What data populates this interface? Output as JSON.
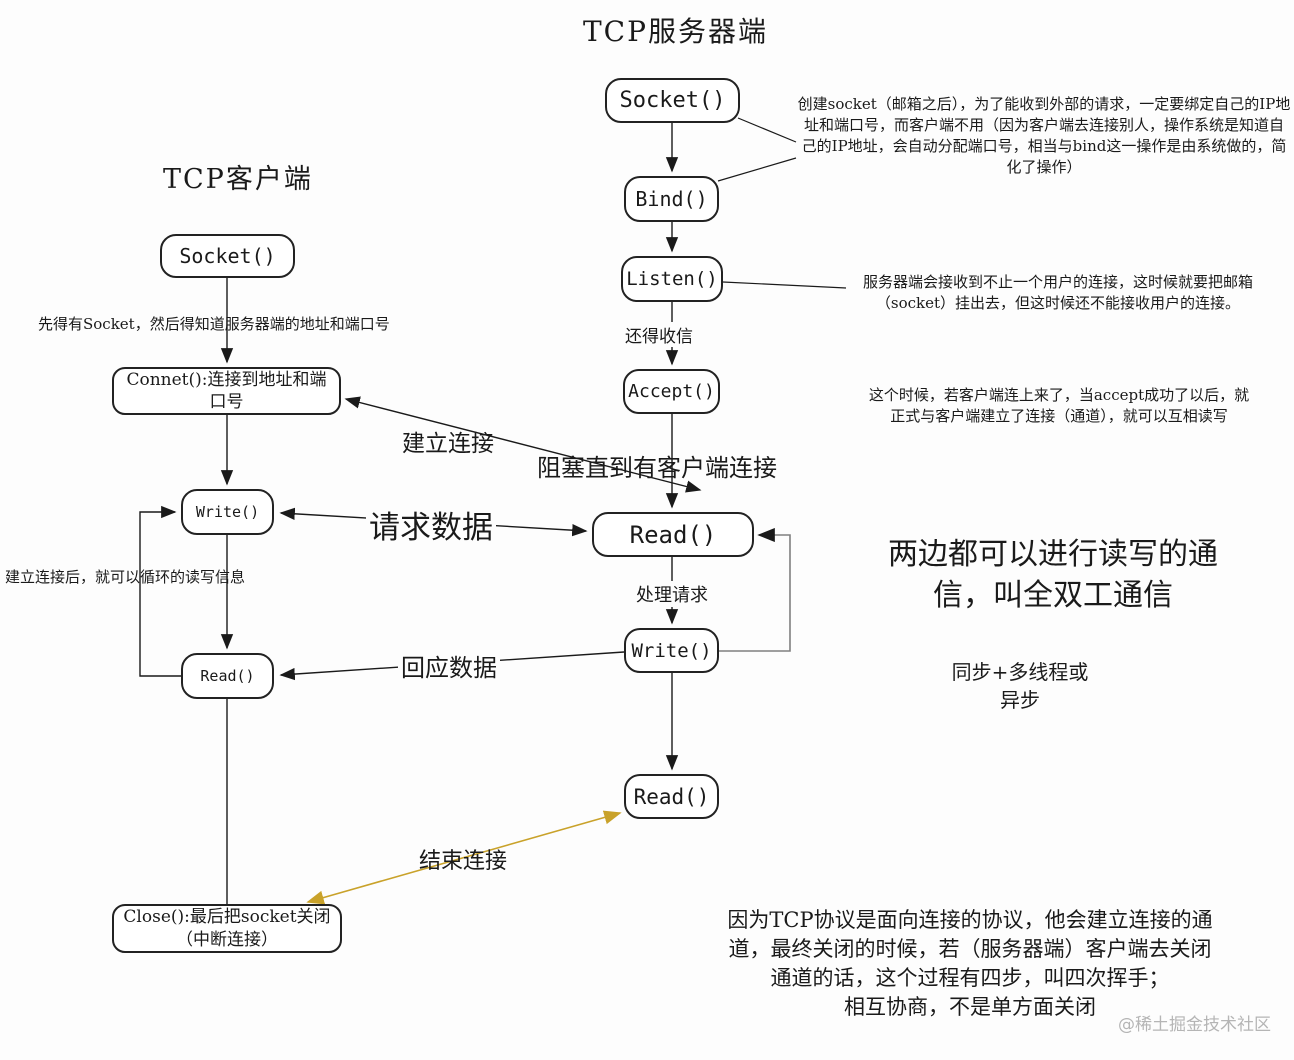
{
  "diagram": {
    "server": {
      "title": "TCP服务器端",
      "socket_label": "Socket()",
      "bind_label": "Bind()",
      "listen_label": "Listen()",
      "accept_label": "Accept()",
      "read1_label": "Read()",
      "write_label": "Write()",
      "read2_label": "Read()"
    },
    "client": {
      "title": "TCP客户端",
      "socket_label": "Socket()",
      "connect_label": "Connet():连接到地址和端口号",
      "write_label": "Write()",
      "read_label": "Read()",
      "close_label": "Close():最后把socket关闭（中断连接）"
    },
    "edge_labels": {
      "need_receive": "还得收信",
      "establish_connection": "建立连接",
      "block_until_client": "阻塞直到有客户端连接",
      "request_data": "请求数据",
      "handle_request": "处理请求",
      "response_data": "回应数据",
      "end_connection": "结束连接"
    },
    "annotations": {
      "socket_bind": "创建socket（邮箱之后），为了能收到外部的请求，一定要绑定自己的IP地址和端口号，而客户端不用（因为客户端去连接别人，操作系统是知道自己的IP地址，会自动分配端口号，相当与bind这一操作是由系统做的，简化了操作）",
      "listen": "服务器端会接收到不止一个用户的连接，这时候就要把邮箱（socket）挂出去，但这时候还不能接收用户的连接。",
      "accept": "这个时候，若客户端连上来了，当accept成功了以后，就正式与客户端建立了连接（通道），就可以互相读写",
      "client_socket": "先得有Socket，然后得知道服务器端的地址和端口号",
      "client_loop": "建立连接后，就可以循环的读写信息",
      "full_duplex": "两边都可以进行读写的通信，叫全双工通信",
      "sync_mode": "同步+多线程或\n异步",
      "close_paragraph": "因为TCP协议是面向连接的协议，他会建立连接的通道，最终关闭的时候，若（服务器端）客户端去关闭通道的话，这个过程有四步，叫四次挥手；\n相互协商，不是单方面关闭"
    },
    "watermark": "@稀土掘金技术社区",
    "colors": {
      "line": "#1a1a1a",
      "loop_line": "#808080",
      "close_line": "#c9a22a",
      "watermark": "#b5b5b5"
    }
  }
}
